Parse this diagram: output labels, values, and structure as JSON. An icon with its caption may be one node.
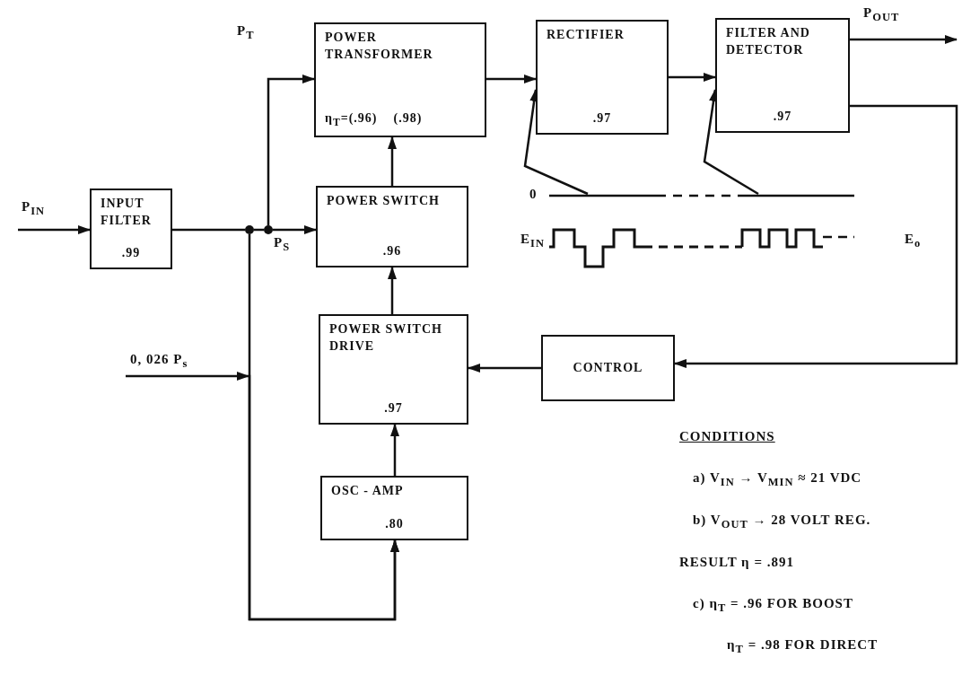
{
  "diagram": {
    "nodes": [
      {
        "text": [
          "INPUT FILTER",
          ".99"
        ]
      },
      {
        "text": [
          "POWER TRANSFORMER",
          "η$_{T}$=(.96)    (.98)"
        ]
      },
      {
        "text": [
          "POWER SWITCH",
          ".96"
        ]
      },
      {
        "text": [
          "RECTIFIER",
          ".97"
        ]
      },
      {
        "text": [
          "FILTER AND DETECTOR",
          ".97"
        ]
      },
      {
        "text": [
          "POWER SWITCH DRIVE",
          ".97"
        ]
      },
      {
        "text": [
          "CONTROL"
        ]
      },
      {
        "text": [
          "OSC - AMP",
          ".80"
        ]
      },
      {
        "text": [],
        "shape": "circle"
      },
      {
        "text": [],
        "shape": "circle"
      },
      {
        "text": [],
        "shape": "picture",
        "beside": [
          "0",
          "E$_{IN}$",
          "E$_{o}$"
        ]
      }
    ],
    "edges": [
      {
        "from": null,
        "to": 0,
        "arrow": "to",
        "label": "P$_{IN}$"
      },
      {
        "from": 0,
        "to": 8,
        "arrow": "none"
      },
      {
        "from": 8,
        "to": 9,
        "arrow": "none"
      },
      {
        "from": 9,
        "to": 1,
        "arrow": "to",
        "label": "P$_{T}$"
      },
      {
        "from": 9,
        "to": 2,
        "arrow": "to",
        "label": "P$_{S}$"
      },
      {
        "from": 8,
        "to": 7,
        "arrow": "to"
      },
      {
        "from": null,
        "to": 7,
        "arrow": "to",
        "label": "0, 026 P$_{s}$"
      },
      {
        "from": 2,
        "to": 1,
        "arrow": "to"
      },
      {
        "from": 1,
        "to": 3,
        "arrow": "to"
      },
      {
        "from": 3,
        "to": 4,
        "arrow": "to"
      },
      {
        "from": 4,
        "to": null,
        "arrow": "to",
        "label": "P$_{OUT}$"
      },
      {
        "from": 4,
        "to": 6,
        "arrow": "to"
      },
      {
        "from": 6,
        "to": 5,
        "arrow": "to"
      },
      {
        "from": 5,
        "to": 2,
        "arrow": "to"
      },
      {
        "from": 7,
        "to": 5,
        "arrow": "to"
      },
      {
        "from": 10,
        "to": 3,
        "arrow": "to"
      },
      {
        "from": 10,
        "to": 4,
        "arrow": "to"
      }
    ],
    "labels": [
      "CONDITIONS",
      "a)  V$_{IN}$ → V$_{MIN}$ ≈ 21 VDC",
      "b)  V$_{OUT}$ → 28 VOLT REG.",
      "RESULT η = .891",
      "c)  η$_{T}$ = .96 FOR BOOST",
      "η$_{T}$ = .98 FOR DIRECT"
    ]
  }
}
